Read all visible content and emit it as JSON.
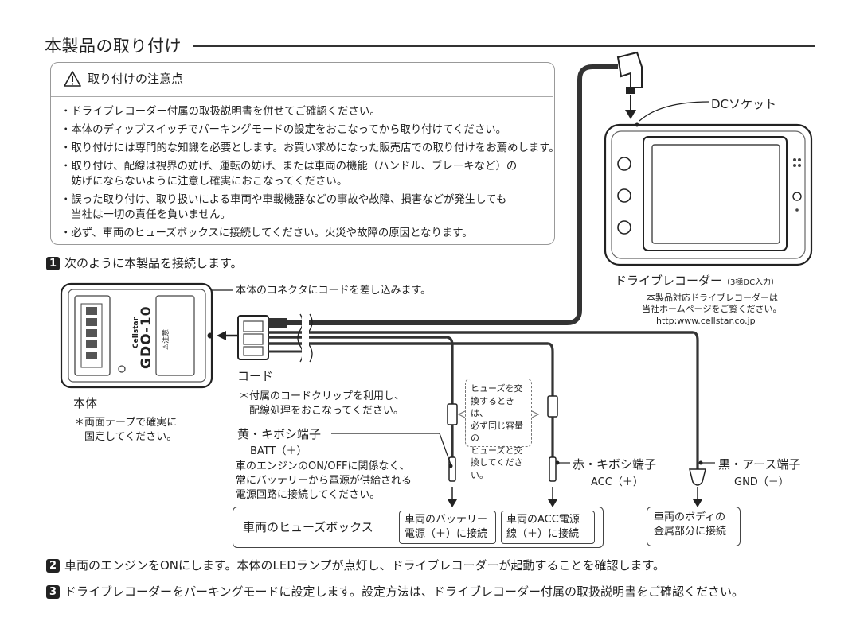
{
  "title": "本製品の取り付け",
  "caution": {
    "heading": "取り付けの注意点",
    "items": [
      "・ドライブレコーダー付属の取扱説明書を併せてご確認ください。",
      "・本体のディップスイッチでパーキングモードの設定をおこなってから取り付けてください。",
      "・取り付けには専門的な知識を必要とします。お買い求めになった販売店での取り付けをお薦めします。",
      "・取り付け、配線は視界の妨げ、運転の妨げ、または車両の機能（ハンドル、ブレーキなど）の",
      "　妨げにならないように注意し確実におこなってください。",
      "・誤った取り付け、取り扱いによる車両や車載機器などの事故や故障、損害などが発生しても",
      "　当社は一切の責任を負いません。",
      "・必ず、車両のヒューズボックスに接続してください。火災や故障の原因となります。"
    ]
  },
  "steps": [
    {
      "num": "1",
      "text": "次のように本製品を接続します。"
    },
    {
      "num": "2",
      "text": "車両のエンジンをONにします。本体のLEDランプが点灯し、ドライブレコーダーが起動することを確認します。"
    },
    {
      "num": "3",
      "text": "ドライブレコーダーをパーキングモードに設定します。設定方法は、ドライブレコーダー付属の取扱説明書をご確認ください。"
    }
  ],
  "device": {
    "brand": "Cellstar",
    "model": "GDO-10",
    "warning_label": "⚠注意",
    "label": "本体",
    "note1": "＊両面テープで確実に",
    "note2": "　固定してください。"
  },
  "connector_note": "本体のコネクタにコードを差し込みます。",
  "cord": {
    "label": "コード",
    "note1": "＊付属のコードクリップを利用し、",
    "note2": "　配線処理をおこなってください。"
  },
  "recorder": {
    "dc_socket": "DCソケット",
    "name": "ドライブレコーダー",
    "input": "（3極DC入力）",
    "note1": "本製品対応ドライブレコーダーは",
    "note2": "当社ホームページをご覧ください。",
    "url": "http:www.cellstar.co.jp"
  },
  "fuse_note": [
    "ヒューズを交",
    "換するときは、",
    "必ず同じ容量の",
    "ヒューズと交",
    "換してください。"
  ],
  "wires": {
    "yellow": {
      "name": "黄・キボシ端子",
      "sub": "BATT（＋）",
      "desc": [
        "車のエンジンのON/OFFに関係なく、",
        "常にバッテリーから電源が供給される",
        "電源回路に接続してください。"
      ]
    },
    "red": {
      "name": "赤・キボシ端子",
      "sub": "ACC（＋）"
    },
    "black": {
      "name": "黒・アース端子",
      "sub": "GND（－）"
    }
  },
  "fusebox": {
    "label": "車両のヒューズボックス",
    "batt": [
      "車両のバッテリー",
      "電源（＋）に接続"
    ],
    "acc": [
      "車両のACC電源",
      "線（＋）に接続"
    ]
  },
  "body_ground": [
    "車両のボディの",
    "金属部分に接続"
  ]
}
